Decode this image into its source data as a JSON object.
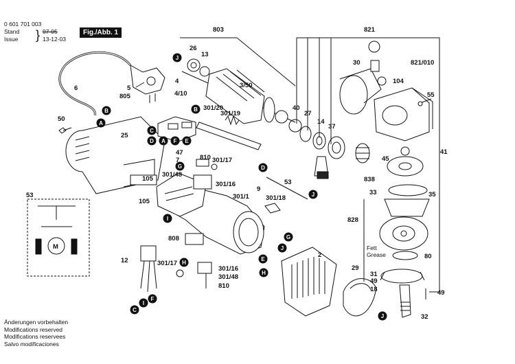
{
  "header": {
    "part_number": "0 601 701 003",
    "stand_label": "Stand",
    "stand_value": "07-05",
    "issue_label": "Issue",
    "issue_value": "13-12-03",
    "figure": "Fig./Abb. 1"
  },
  "notes": [
    "Änderungen vorbehalten",
    "Modifications reserved",
    "Modifications reservees",
    "Salvo modificaciones"
  ],
  "annotations": {
    "fett": "Fett",
    "grease": "Grease"
  },
  "callout_numbers": {
    "n803": "803",
    "n821": "821",
    "n26": "26",
    "n13": "13",
    "n30": "30",
    "n821_010": "821/010",
    "n6": "6",
    "n5": "5",
    "n805": "805",
    "n4": "4",
    "n4_10": "4/10",
    "n3_50": "3/50",
    "n104": "104",
    "n55": "55",
    "n301_20": "301/20",
    "n301_19": "301/19",
    "n40": "40",
    "n27": "27",
    "n14": "14",
    "n37": "37",
    "n50": "50",
    "n25": "25",
    "n47": "47",
    "n7": "7",
    "n810a": "810",
    "n301_17a": "301/17",
    "n41": "41",
    "n45": "45",
    "n301_48a": "301/48",
    "n301_16a": "301/16",
    "n105a": "105",
    "n838": "838",
    "n9": "9",
    "n53a": "53",
    "n33": "33",
    "n35": "35",
    "n301_1": "301/1",
    "n301_18": "301/18",
    "n105b": "105",
    "n53b": "53",
    "n828": "828",
    "n808": "808",
    "n12": "12",
    "n2": "2",
    "n80": "80",
    "n301_17b": "301/17",
    "n301_16b": "301/16",
    "n301_48b": "301/48",
    "n810b": "810",
    "n29": "29",
    "n31": "31",
    "n49a": "49",
    "n18": "18",
    "n49b": "49",
    "n32": "32",
    "motor": "M"
  },
  "markers": {
    "mJ1": "J",
    "mB1": "B",
    "mA1": "A",
    "mB2": "B",
    "mC1": "C",
    "mD1": "D",
    "mA2": "A",
    "mF1": "F",
    "mE1": "E",
    "mG1": "G",
    "mD2": "D",
    "mJ2": "J",
    "mI1": "I",
    "mG2": "G",
    "mJ3": "J",
    "mE2": "E",
    "mH1": "H",
    "mH2": "H",
    "mC2": "C",
    "mI2": "I",
    "mF2": "F",
    "mJ4": "J"
  }
}
